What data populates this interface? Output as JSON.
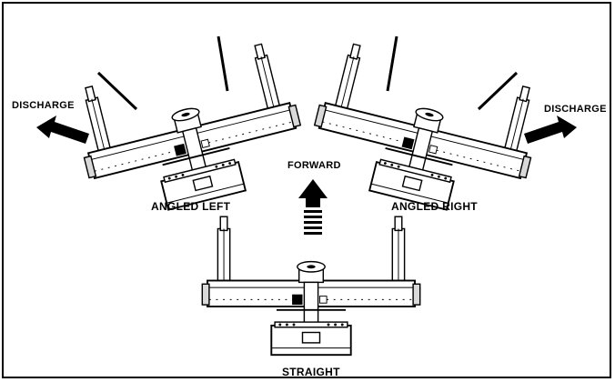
{
  "labels": {
    "discharge_left": "DISCHARGE",
    "discharge_right": "DISCHARGE",
    "forward": "FORWARD",
    "angled_left": "ANGLED LEFT",
    "angled_right": "ANGLED RIGHT",
    "straight": "STRAIGHT"
  },
  "colors": {
    "ink": "#000000",
    "paper": "#ffffff",
    "shade": "#d9d9d9"
  },
  "icons": [
    "arrow-icon",
    "mower-deck-drawing"
  ]
}
